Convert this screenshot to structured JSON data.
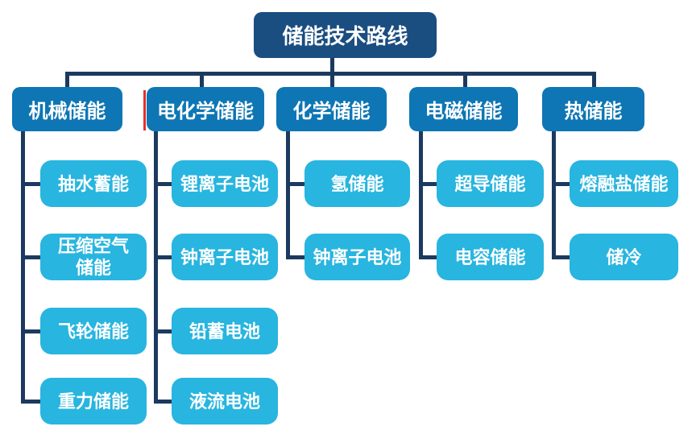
{
  "tree": {
    "title": "储能技术路线",
    "branches": [
      {
        "label": "机械储能",
        "children": [
          "抽水蓄能",
          "压缩空气\n储能",
          "飞轮储能",
          "重力储能"
        ]
      },
      {
        "label": "电化学储能",
        "children": [
          "锂离子电池",
          "钟离子电池",
          "铅蓄电池",
          "液流电池"
        ]
      },
      {
        "label": "化学储能",
        "children": [
          "氢储能",
          "钟离子电池"
        ]
      },
      {
        "label": "电磁储能",
        "children": [
          "超导储能",
          "电容储能"
        ]
      },
      {
        "label": "热储能",
        "children": [
          "熔融盐储能",
          "储冷"
        ]
      }
    ]
  },
  "colors": {
    "background": "#ffffff",
    "root_bg": "#1a4d80",
    "branch_bg": "#0e76b4",
    "leaf_bg": "#28b5df",
    "connector": "#1c3a60",
    "text": "#ffffff",
    "artifact_red": "#e2312e"
  }
}
